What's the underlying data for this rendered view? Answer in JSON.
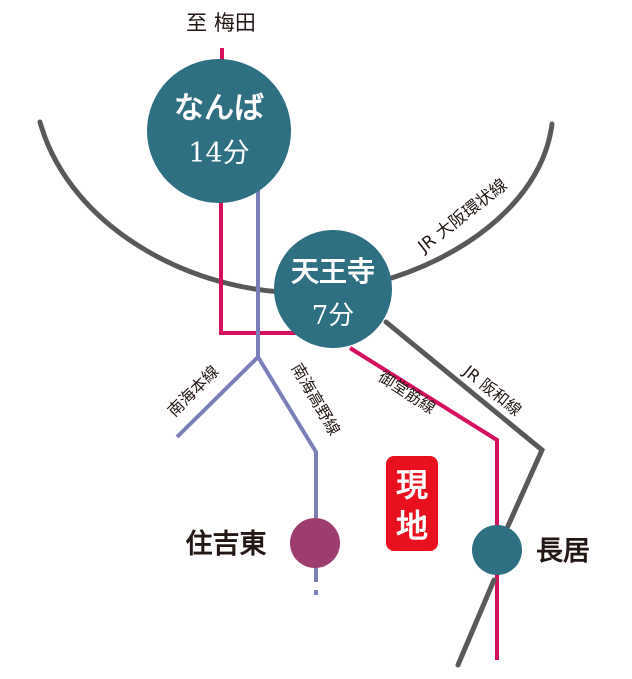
{
  "colors": {
    "midosuji": "#d6105e",
    "nankai": "#7a7fb8",
    "jr": "#595959",
    "station": "#2e6f82",
    "sumiyoshihigashi": "#9c3d6e",
    "current_location": "#e8101e",
    "text_dark": "#231815",
    "text_light": "#ffffff"
  },
  "direction_label": "至 梅田",
  "stations": {
    "namba": {
      "name": "なんば",
      "time": "14分"
    },
    "tennoji": {
      "name": "天王寺",
      "time": "7分"
    },
    "sumiyoshihigashi": {
      "name": "住吉東"
    },
    "nagai": {
      "name": "長居"
    }
  },
  "lines": {
    "jr_loop": "JR 大阪環状線",
    "jr_hanwa": "JR 阪和線",
    "midosuji": "御堂筋線",
    "nankai_main": "南海本線",
    "nankai_koya": "南海高野線"
  },
  "current_location": "現地"
}
